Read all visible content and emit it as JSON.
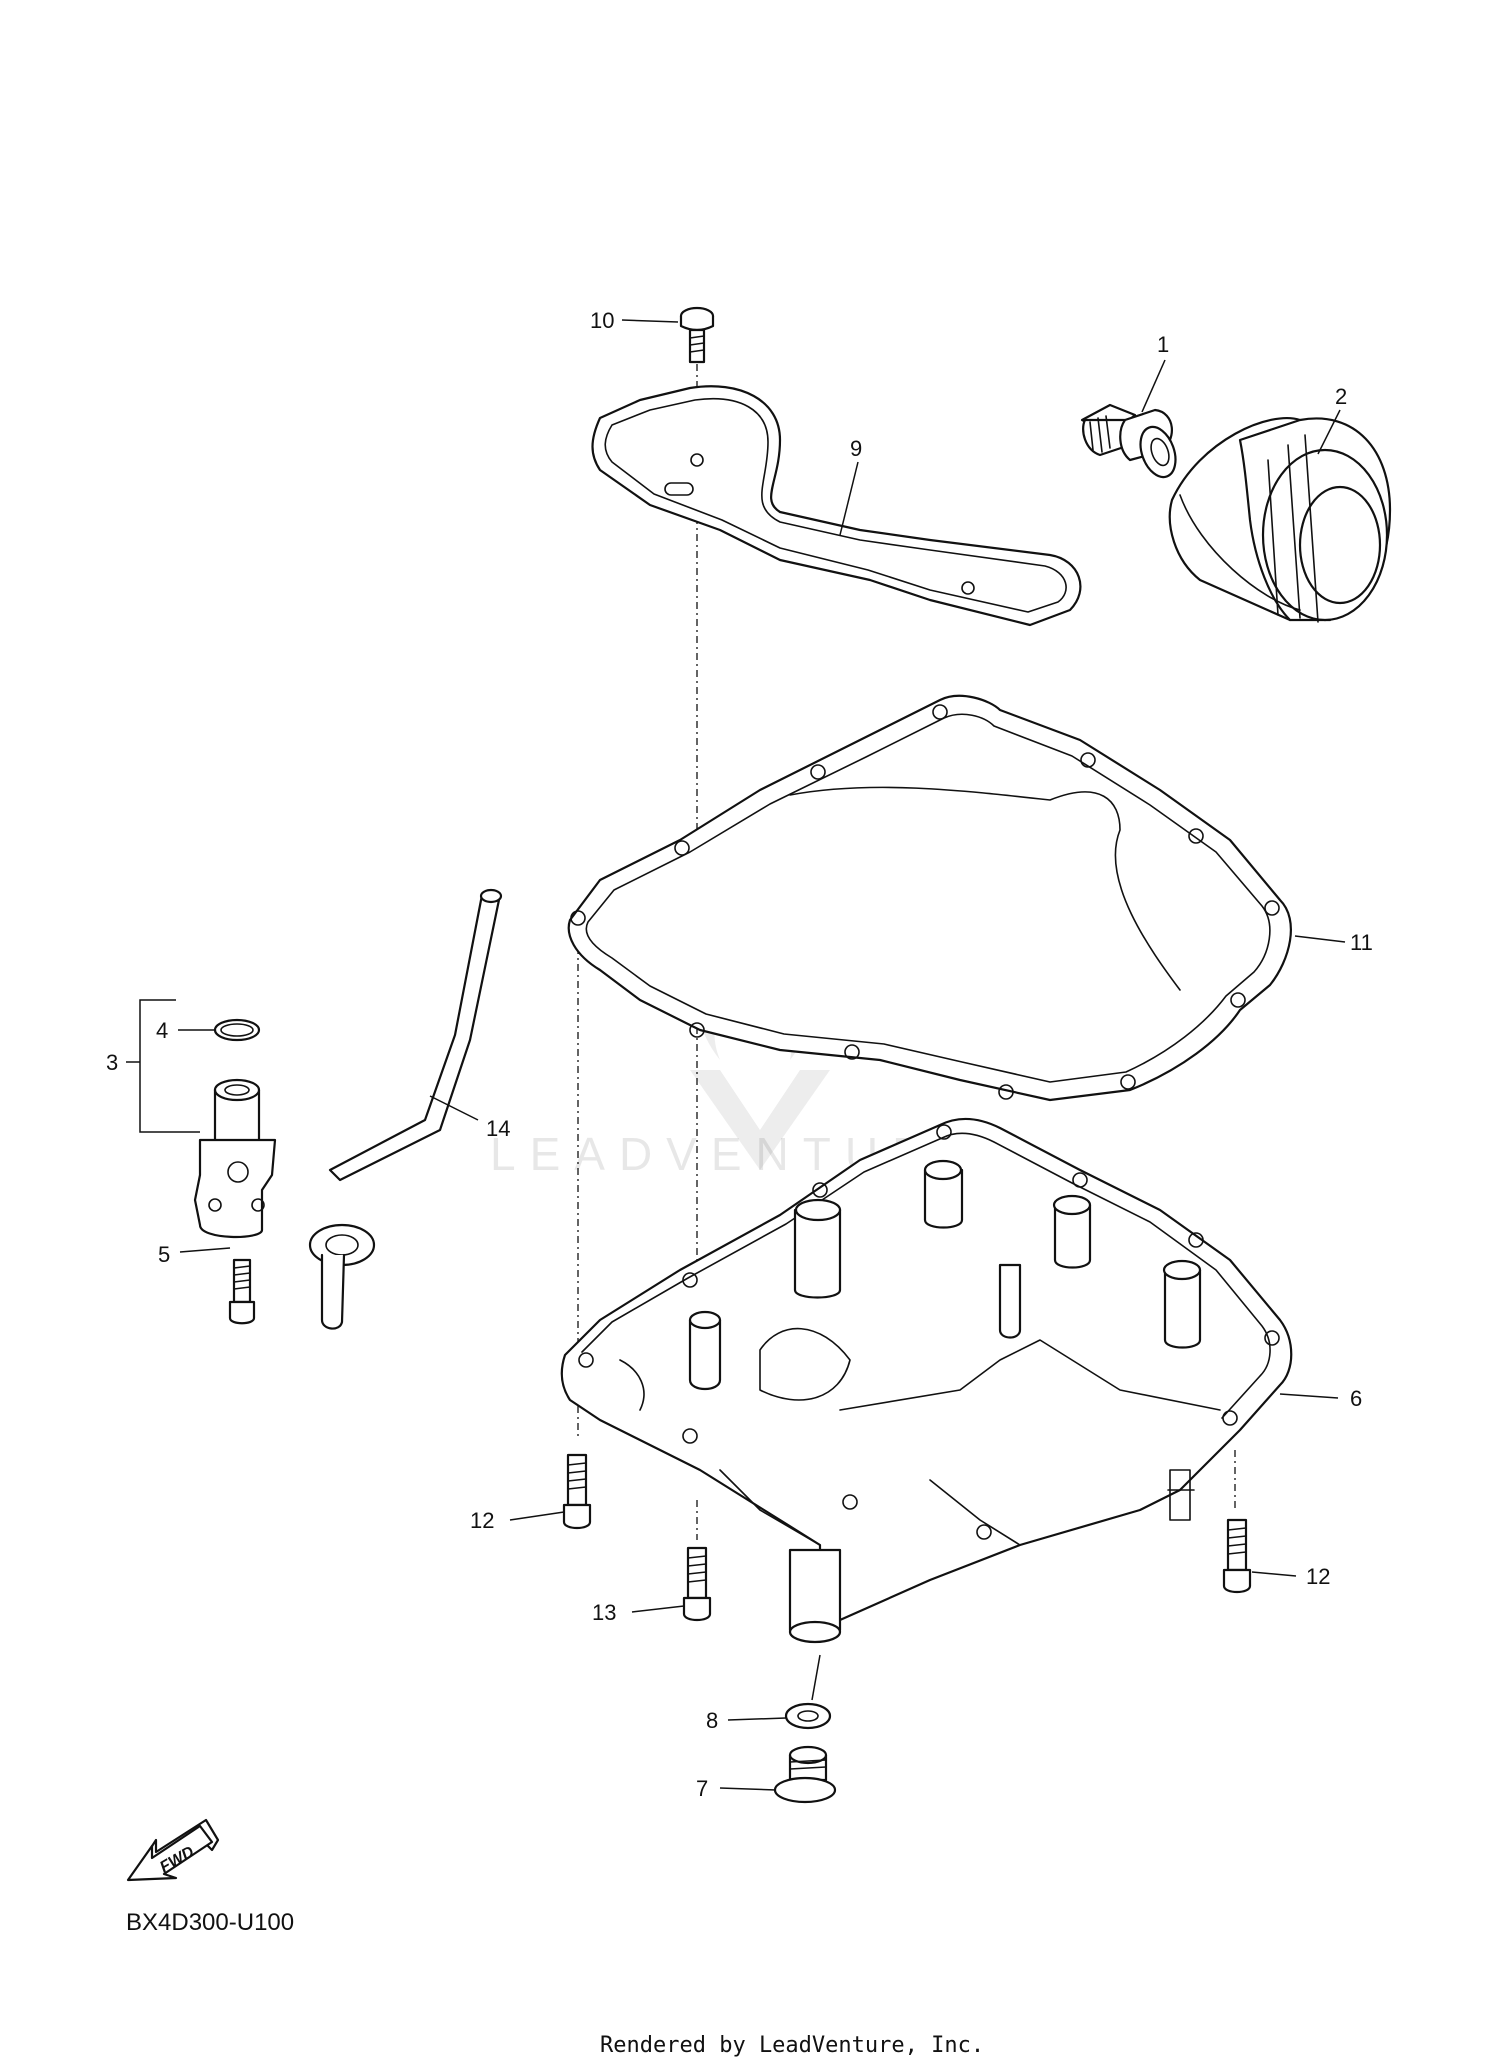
{
  "diagram_code": "BX4D300-U100",
  "footer": "Rendered by LeadVenture, Inc.",
  "watermark": "LEADVENTURE",
  "fwd_label": "FWD",
  "callouts": {
    "c1": "1",
    "c2": "2",
    "c3": "3",
    "c4": "4",
    "c5": "5",
    "c6": "6",
    "c7": "7",
    "c8": "8",
    "c9": "9",
    "c10": "10",
    "c11": "11",
    "c12a": "12",
    "c12b": "12",
    "c13": "13",
    "c14": "14"
  }
}
